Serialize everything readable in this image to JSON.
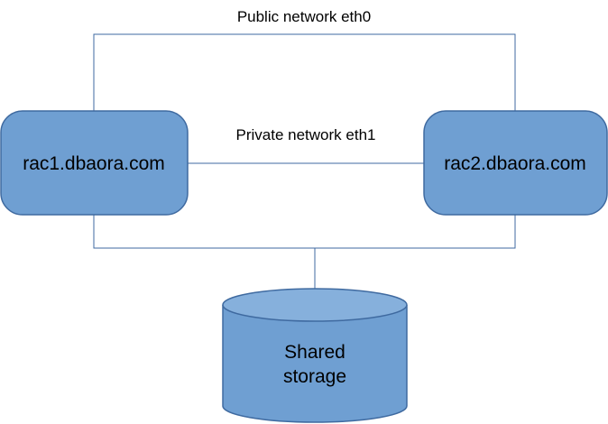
{
  "networks": {
    "public_label": "Public network eth0",
    "private_label": "Private network eth1"
  },
  "nodes": [
    {
      "label": "rac1.dbaora.com"
    },
    {
      "label": "rac2.dbaora.com"
    }
  ],
  "storage": {
    "line1": "Shared",
    "line2": "storage"
  },
  "colors": {
    "node_fill": "#6f9fd2",
    "node_stroke": "#3f6aa0",
    "line": "#3f6aa0",
    "cylinder_top": "#86b0dc"
  }
}
